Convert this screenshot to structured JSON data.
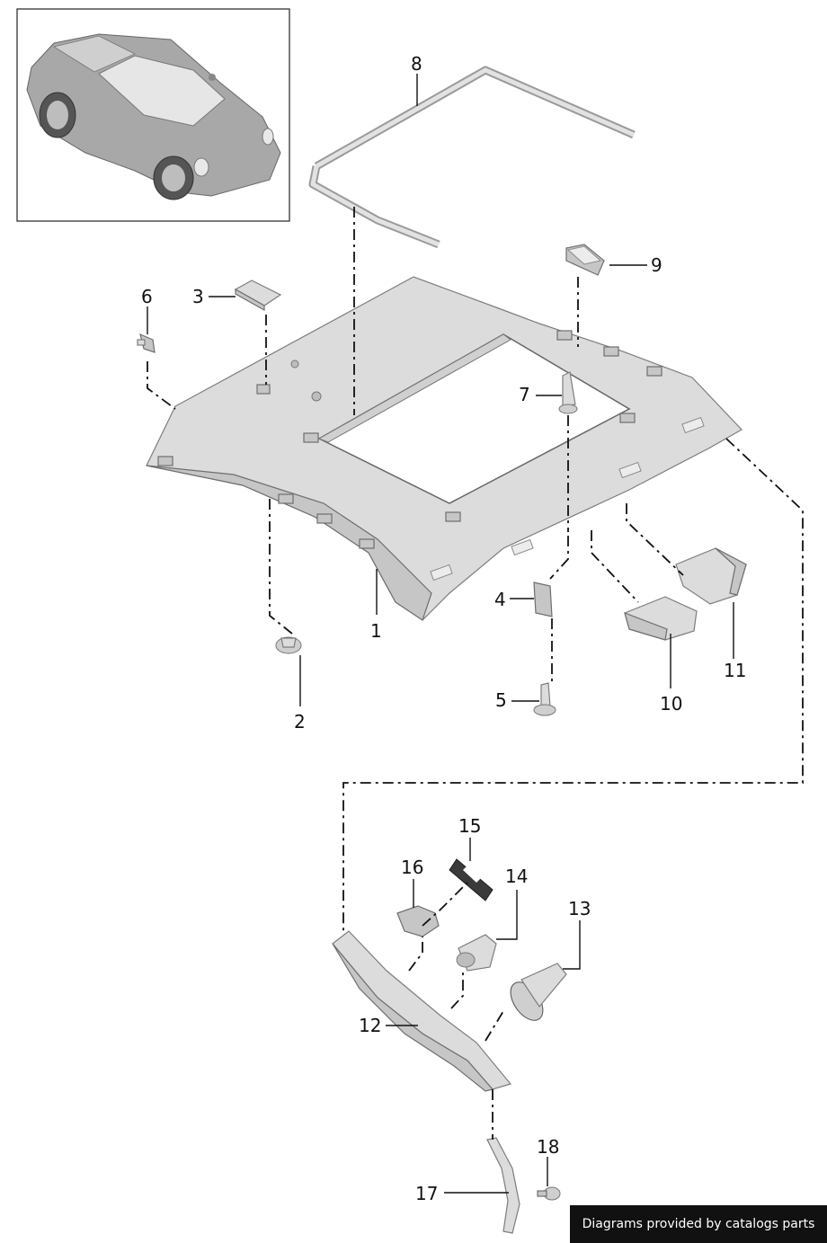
{
  "callouts": {
    "p1": "1",
    "p2": "2",
    "p3": "3",
    "p4": "4",
    "p5": "5",
    "p6": "6",
    "p7": "7",
    "p8": "8",
    "p9": "9",
    "p10": "10",
    "p11": "11",
    "p12": "12",
    "p13": "13",
    "p14": "14",
    "p15": "15",
    "p16": "16",
    "p17": "17",
    "p18": "18"
  },
  "footer": {
    "credit": "Diagrams provided by catalogs parts"
  },
  "colors": {
    "line": "#111111",
    "part_fill": "#dcdcdc",
    "footer_bg": "#111111",
    "footer_text": "#ffffff"
  }
}
